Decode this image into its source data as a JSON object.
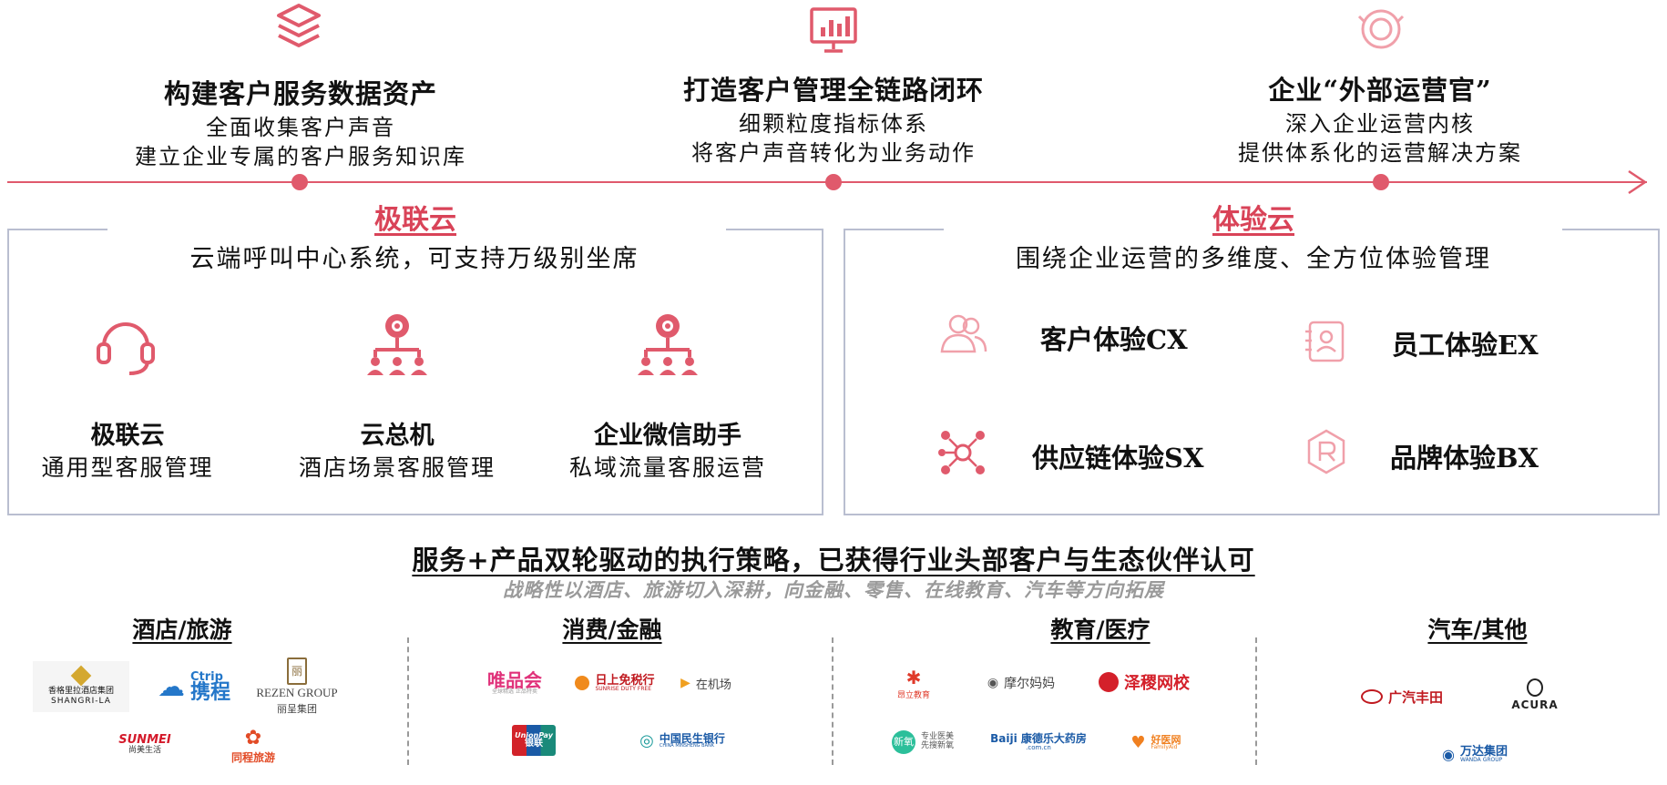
{
  "stages": [
    {
      "icon": "layers-icon",
      "title": "构建客户服务数据资产",
      "lines": [
        "全面收集客户声音",
        "建立企业专属的客户服务知识库"
      ]
    },
    {
      "icon": "chart-screen-icon",
      "title": "打造客户管理全链路闭环",
      "lines": [
        "细颗粒度指标体系",
        "将客户声音转化为业务动作"
      ]
    },
    {
      "icon": "target-icon",
      "title": "企业“外部运营官”",
      "lines": [
        "深入企业运营内核",
        "提供体系化的运营解决方案"
      ]
    }
  ],
  "left_panel": {
    "title": "极联云",
    "subtitle": "云端呼叫中心系统，可支持万级别坐席",
    "products": [
      {
        "icon": "headset-icon",
        "name": "极联云",
        "desc": "通用型客服管理"
      },
      {
        "icon": "org-chart-icon",
        "name": "云总机",
        "desc": "酒店场景客服管理"
      },
      {
        "icon": "org-chart-icon",
        "name": "企业微信助手",
        "desc": "私域流量客服运营"
      }
    ]
  },
  "right_panel": {
    "title": "体验云",
    "subtitle": "围绕企业运营的多维度、全方位体验管理",
    "items": [
      {
        "icon": "users-icon",
        "label": "客户体验CX"
      },
      {
        "icon": "id-card-icon",
        "label": "员工体验EX"
      },
      {
        "icon": "network-icon",
        "label": "供应链体验SX"
      },
      {
        "icon": "brand-r-icon",
        "label": "品牌体验BX"
      }
    ]
  },
  "summary": {
    "title": "服务+产品双轮驱动的执行策略，已获得行业头部客户与生态伙伴认可",
    "subtitle": "战略性以酒店、旅游切入深耕，向金融、零售、在线教育、汽车等方向拓展"
  },
  "categories": [
    {
      "name": "酒店/旅游",
      "logos": [
        {
          "text": "香格里拉酒店集团",
          "sub": "SHANGRI-LA"
        },
        {
          "text": "携程",
          "sub": "Ctrip"
        },
        {
          "text": "REZEN GROUP",
          "sub": "丽呈集团"
        },
        {
          "text": "尚美生活",
          "sub": "SUNMEI"
        },
        {
          "text": "同程旅游",
          "sub": ""
        }
      ]
    },
    {
      "name": "消费/金融",
      "logos": [
        {
          "text": "唯品会",
          "sub": "全球精选 正品特卖"
        },
        {
          "text": "日上免税行",
          "sub": "SUNRISE DUTY FREE"
        },
        {
          "text": "在机场",
          "sub": ""
        },
        {
          "text": "银联",
          "sub": "UnionPay"
        },
        {
          "text": "中国民生银行",
          "sub": "CHINA MINSHENG BANK"
        }
      ]
    },
    {
      "name": "教育/医疗",
      "logos": [
        {
          "text": "昂立教育",
          "sub": ""
        },
        {
          "text": "摩尔妈妈",
          "sub": ""
        },
        {
          "text": "泽稷网校",
          "sub": ""
        },
        {
          "text": "新氧",
          "sub": "专业医美 先搜新氧"
        },
        {
          "text": "Baiji 康德乐大药房",
          "sub": ".com.cn"
        },
        {
          "text": "好医网",
          "sub": "FamilyAid"
        }
      ]
    },
    {
      "name": "汽车/其他",
      "logos": [
        {
          "text": "广汽丰田",
          "sub": ""
        },
        {
          "text": "ACURA",
          "sub": ""
        },
        {
          "text": "万达集团",
          "sub": "WANDA GROUP"
        }
      ]
    }
  ],
  "colors": {
    "accent": "#d94358",
    "panel_border": "#b9bed0",
    "muted": "#9a9a9a"
  }
}
